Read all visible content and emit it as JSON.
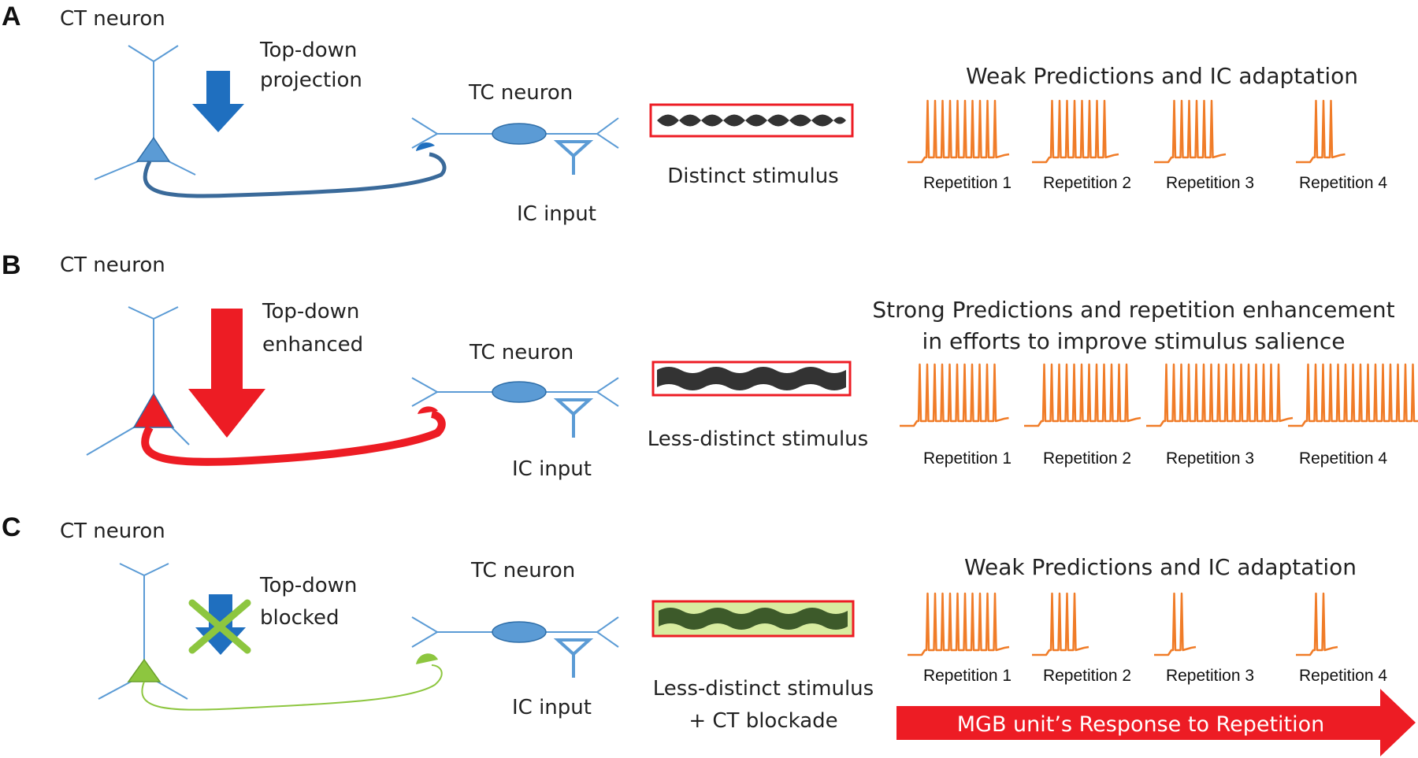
{
  "panels": [
    {
      "letter": "A",
      "ct_label": "CT neuron",
      "topdown_line1": "Top-down",
      "topdown_line2": "projection",
      "tc_label": "TC neuron",
      "ic_label": "IC input",
      "stim_line1": "Distinct stimulus",
      "stim_line2": "",
      "title_line1": "Weak Predictions and  IC adaptation",
      "title_line2": "",
      "repetitions": [
        "Repetition 1",
        "Repetition 2",
        "Repetition 3",
        "Repetition 4"
      ],
      "spike_counts": [
        10,
        8,
        6,
        3
      ]
    },
    {
      "letter": "B",
      "ct_label": "CT neuron",
      "topdown_line1": "Top-down",
      "topdown_line2": "enhanced",
      "tc_label": "TC neuron",
      "ic_label": "IC input",
      "stim_line1": "Less-distinct stimulus",
      "stim_line2": "",
      "title_line1": "Strong Predictions and repetition enhancement",
      "title_line2": "in efforts to improve stimulus salience",
      "repetitions": [
        "Repetition 1",
        "Repetition 2",
        "Repetition 3",
        "Repetition 4"
      ],
      "spike_counts": [
        11,
        12,
        16,
        21
      ]
    },
    {
      "letter": "C",
      "ct_label": "CT neuron",
      "topdown_line1": "Top-down",
      "topdown_line2": "blocked",
      "tc_label": "TC neuron",
      "ic_label": "IC input",
      "stim_line1": "Less-distinct stimulus",
      "stim_line2": "+ CT blockade",
      "title_line1": "Weak Predictions and IC adaptation",
      "title_line2": "",
      "repetitions": [
        "Repetition 1",
        "Repetition 2",
        "Repetition 3",
        "Repetition 4"
      ],
      "spike_counts": [
        10,
        4,
        2,
        2
      ]
    }
  ],
  "bottom_arrow_label": "MGB unit’s Response to Repetition",
  "colors": {
    "neuron_line": "#5b9bd5",
    "blue_arrow": "#1f6fbf",
    "red": "#ed1c24",
    "green": "#8dc63f",
    "spike": "#f07c28",
    "tc_body": "#5b9bd5"
  }
}
